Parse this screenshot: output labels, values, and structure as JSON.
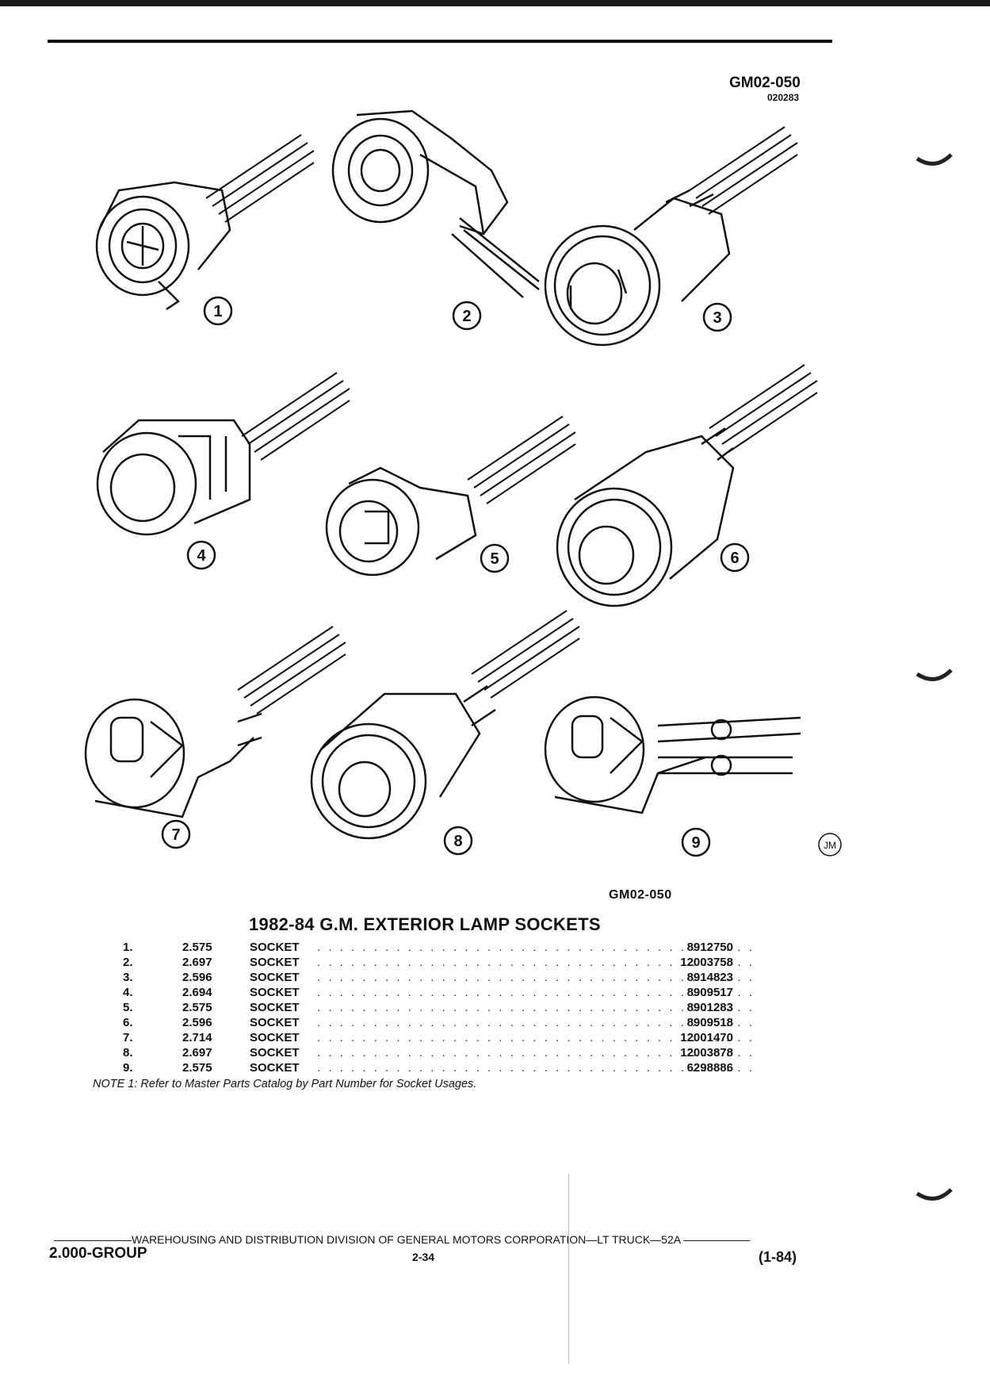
{
  "header": {
    "code": "GM02-050",
    "subcode": "020283"
  },
  "figure": {
    "code": "GM02-050",
    "callouts": [
      "1",
      "2",
      "3",
      "4",
      "5",
      "6",
      "7",
      "8",
      "9"
    ],
    "artist_mark": "JM"
  },
  "title": "1982-84 G.M. EXTERIOR LAMP SOCKETS",
  "parts": [
    {
      "index": "1.",
      "ref": "2.575",
      "desc": "SOCKET",
      "part_number": "8912750"
    },
    {
      "index": "2.",
      "ref": "2.697",
      "desc": "SOCKET",
      "part_number": "12003758"
    },
    {
      "index": "3.",
      "ref": "2.596",
      "desc": "SOCKET",
      "part_number": "8914823"
    },
    {
      "index": "4.",
      "ref": "2.694",
      "desc": "SOCKET",
      "part_number": "8909517"
    },
    {
      "index": "5.",
      "ref": "2.575",
      "desc": "SOCKET",
      "part_number": "8901283"
    },
    {
      "index": "6.",
      "ref": "2.596",
      "desc": "SOCKET",
      "part_number": "8909518"
    },
    {
      "index": "7.",
      "ref": "2.714",
      "desc": "SOCKET",
      "part_number": "12001470"
    },
    {
      "index": "8.",
      "ref": "2.697",
      "desc": "SOCKET",
      "part_number": "12003878"
    },
    {
      "index": "9.",
      "ref": "2.575",
      "desc": "SOCKET",
      "part_number": "6298886"
    }
  ],
  "note": "NOTE 1: Refer to Master Parts Catalog by Part Number for Socket Usages.",
  "footer": {
    "line": "———————WAREHOUSING AND DISTRIBUTION  DIVISION OF GENERAL MOTORS CORPORATION—LT TRUCK—52A  ——————",
    "group": "2.000-GROUP",
    "page": "2-34",
    "date": "(1-84)"
  }
}
